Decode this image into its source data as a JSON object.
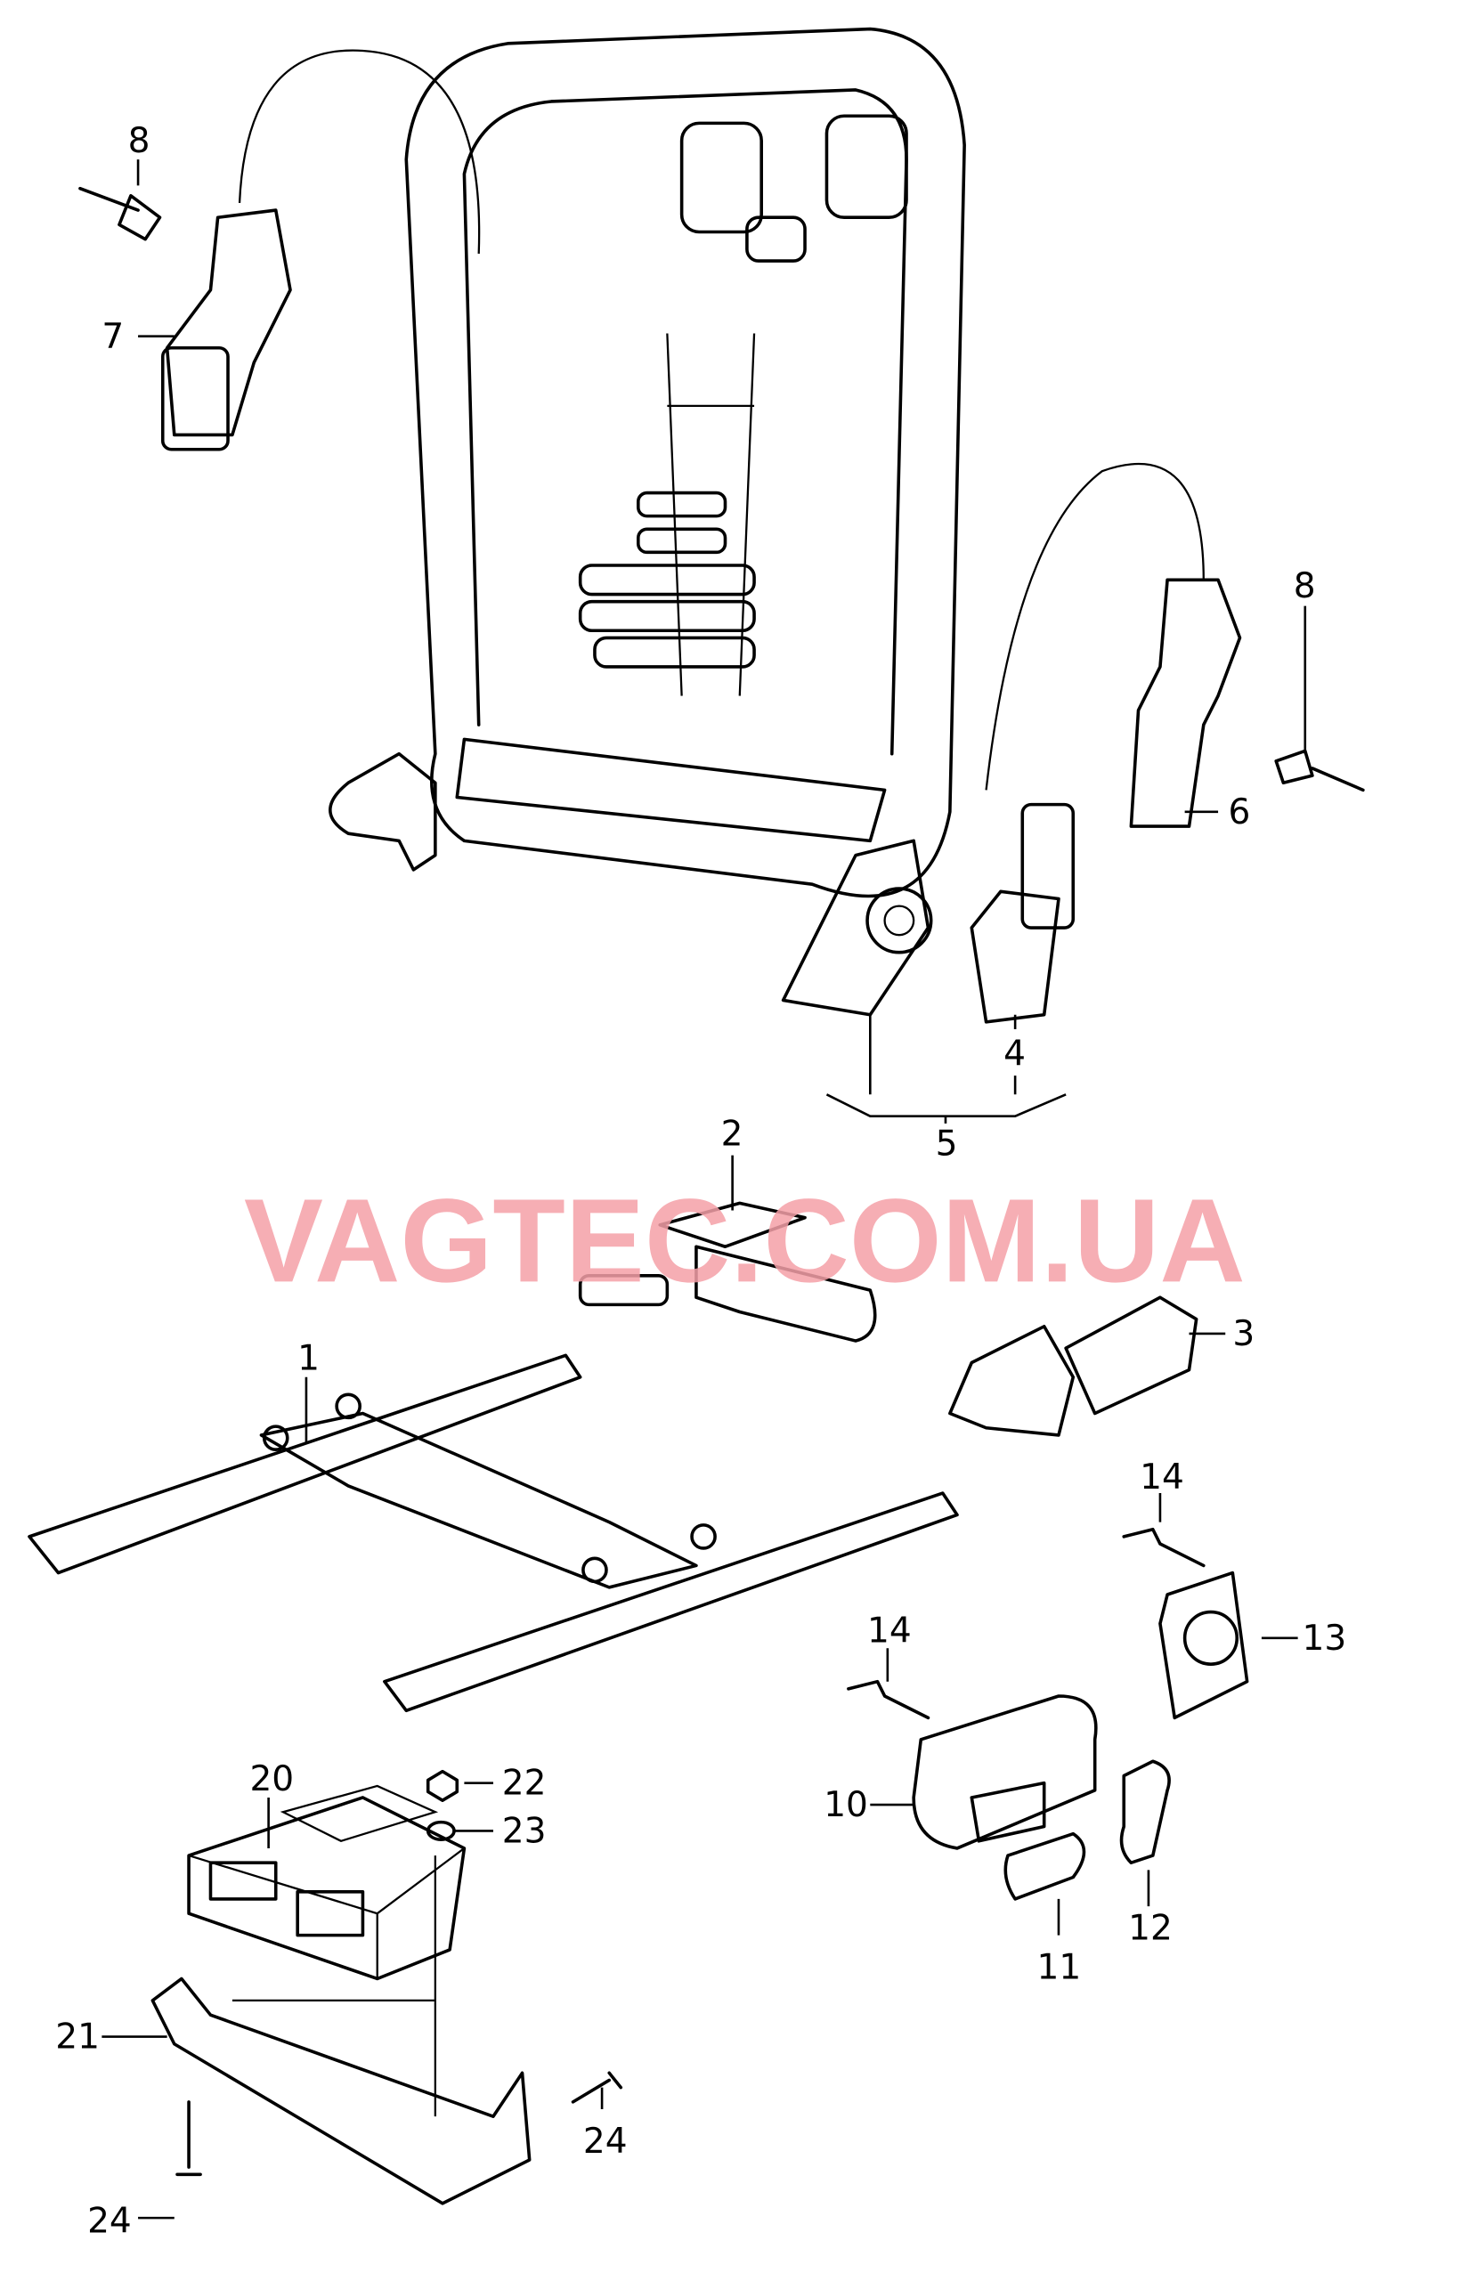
{
  "watermark": "VAGTEC.COM.UA",
  "callouts": {
    "c1": "1",
    "c2": "2",
    "c3": "3",
    "c4": "4",
    "c5": "5",
    "c6": "6",
    "c7": "7",
    "c8a": "8",
    "c8b": "8",
    "c10": "10",
    "c11": "11",
    "c12": "12",
    "c13": "13",
    "c14a": "14",
    "c14b": "14",
    "c20": "20",
    "c21": "21",
    "c22": "22",
    "c23": "23",
    "c24a": "24",
    "c24b": "24"
  },
  "colors": {
    "watermark": "#f5a0a8",
    "lines": "#000000"
  }
}
